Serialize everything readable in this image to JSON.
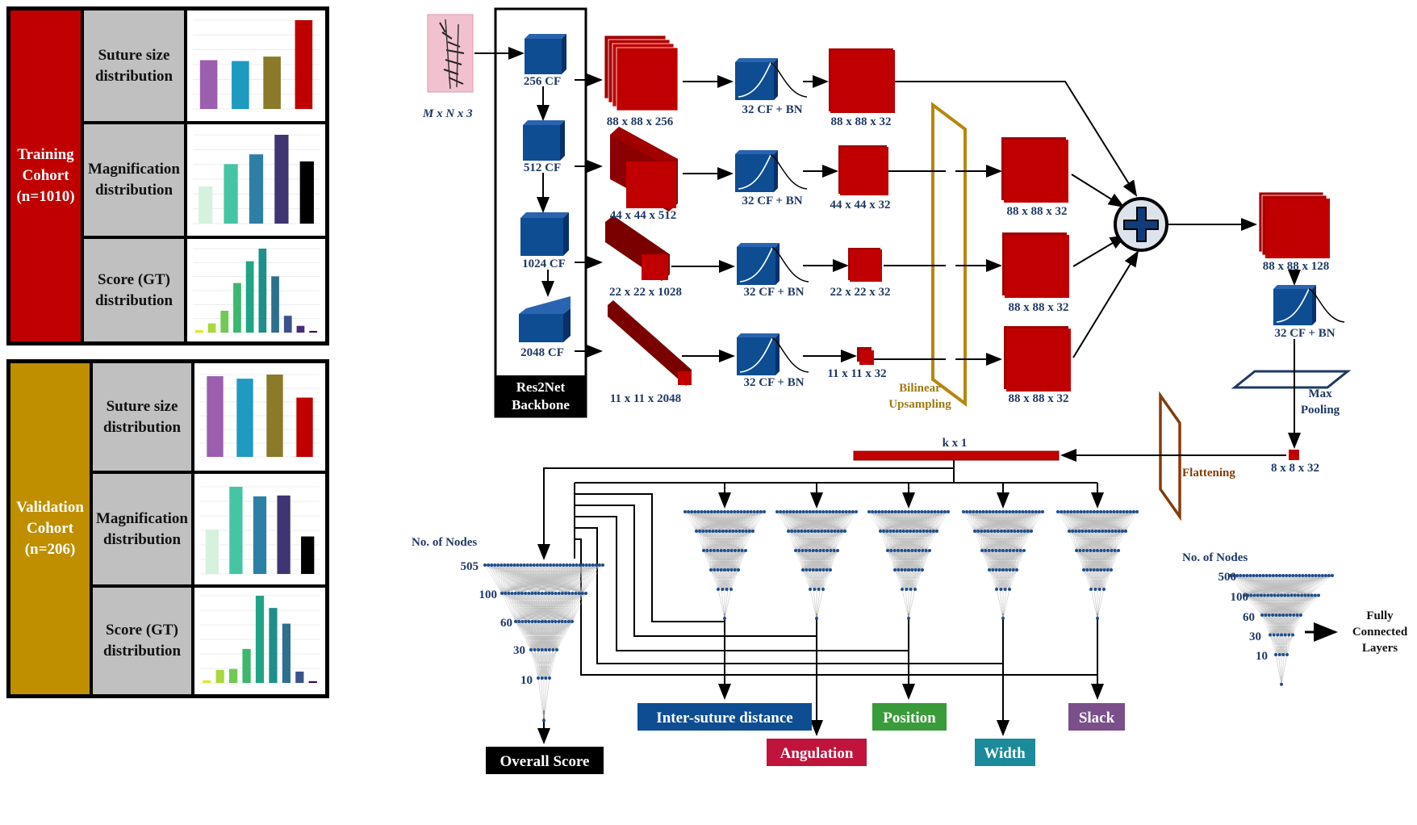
{
  "training": {
    "cohort_label": "Training\nCohort\n(n=1010)",
    "rows": [
      {
        "label": "Suture size\ndistribution"
      },
      {
        "label": "Magnification\ndistribution"
      },
      {
        "label": "Score (GT)\ndistribution"
      }
    ]
  },
  "validation": {
    "cohort_label": "Validation\nCohort\n(n=206)",
    "rows": [
      {
        "label": "Suture size\ndistribution"
      },
      {
        "label": "Magnification\ndistribution"
      },
      {
        "label": "Score (GT)\ndistribution"
      }
    ]
  },
  "colors": {
    "training_panel": "#c00000",
    "validation_panel": "#bf8f00",
    "label_gray": "#c0c0c0",
    "block_red": "#c00000",
    "block_blue": "#0e4d92",
    "text_blue": "#1f3864",
    "upsampling_gold": "#b8860b",
    "flatten_brown": "#843c0c"
  },
  "chart_data": [
    {
      "id": "train-suture",
      "type": "bar",
      "values": [
        0.55,
        0.54,
        0.59,
        1.0
      ],
      "colors": [
        "#9b5fae",
        "#1f9ac0",
        "#8a7a2a",
        "#c00000"
      ]
    },
    {
      "id": "train-magnification",
      "type": "bar",
      "values": [
        0.42,
        0.67,
        0.78,
        1.0,
        0.7
      ],
      "colors": [
        "#d6f2df",
        "#45c5a4",
        "#2e7fa6",
        "#3e3572",
        "#000000"
      ]
    },
    {
      "id": "train-score",
      "type": "bar",
      "values": [
        0.03,
        0.11,
        0.26,
        0.59,
        0.85,
        1.0,
        0.67,
        0.2,
        0.08,
        0.02
      ],
      "colors": [
        "#e3e82a",
        "#a9d83c",
        "#6fca54",
        "#3db66f",
        "#20a486",
        "#1f8f8b",
        "#2d708e",
        "#3b528b",
        "#472c7a",
        "#440154"
      ]
    },
    {
      "id": "val-suture",
      "type": "bar",
      "values": [
        0.98,
        0.95,
        1.0,
        0.72
      ],
      "colors": [
        "#9b5fae",
        "#1f9ac0",
        "#8a7a2a",
        "#c00000"
      ]
    },
    {
      "id": "val-magnification",
      "type": "bar",
      "values": [
        0.51,
        1.0,
        0.89,
        0.9,
        0.43
      ],
      "colors": [
        "#d6f2df",
        "#45c5a4",
        "#2e7fa6",
        "#3e3572",
        "#000000"
      ]
    },
    {
      "id": "val-score",
      "type": "bar",
      "values": [
        0.03,
        0.15,
        0.16,
        0.39,
        1.0,
        0.86,
        0.68,
        0.13,
        0.02
      ],
      "colors": [
        "#e3e82a",
        "#a9d83c",
        "#6fca54",
        "#3db66f",
        "#20a486",
        "#1f8f8b",
        "#2d708e",
        "#3b528b",
        "#440154"
      ]
    }
  ],
  "diagram": {
    "input_label": "M x N x 3",
    "backbone_label": "Res2Net\nBackbone",
    "backbone_stages": [
      "256 CF",
      "512 CF",
      "1024 CF",
      "2048 CF"
    ],
    "feature_maps": [
      "88 x 88 x 256",
      "44 x 44 x 512",
      "22 x 22 x 1028",
      "11 x 11 x 2048"
    ],
    "conv_bn_label": "32 CF + BN",
    "reduced_maps": [
      "88 x 88 x 32",
      "44 x 44 x 32",
      "22 x 22 x 32",
      "11 x 11 x 32"
    ],
    "upsampling_label": "Bilinear\nUpsampling",
    "upsampled_maps": [
      "88 x 88 x 32",
      "88 x 88 x 32",
      "88 x 88 x 32"
    ],
    "concat_label": "88 x 88 x 128",
    "final_conv_label": "32 CF + BN",
    "max_pooling_label": "Max\nPooling",
    "pooled_label": "8 x 8 x 32",
    "flattening_label": "Flattening",
    "flat_vector_label": "k x 1",
    "nodes_title": "No. of Nodes",
    "nodes_levels": [
      "505",
      "100",
      "60",
      "30",
      "10"
    ],
    "legend_nodes_title": "No. of Nodes",
    "legend_nodes_levels": [
      "500",
      "100",
      "60",
      "30",
      "10"
    ],
    "fc_label": "Fully\nConnected\nLayers",
    "outputs": {
      "overall": "Overall Score",
      "inter_suture": "Inter-suture distance",
      "angulation": "Angulation",
      "position": "Position",
      "width": "Width",
      "slack": "Slack"
    },
    "output_colors": {
      "overall": "#000000",
      "inter_suture": "#0e4d92",
      "angulation": "#c0143c",
      "position": "#3a9b3a",
      "width": "#1b8a9a",
      "slack": "#7a4f8a"
    }
  }
}
